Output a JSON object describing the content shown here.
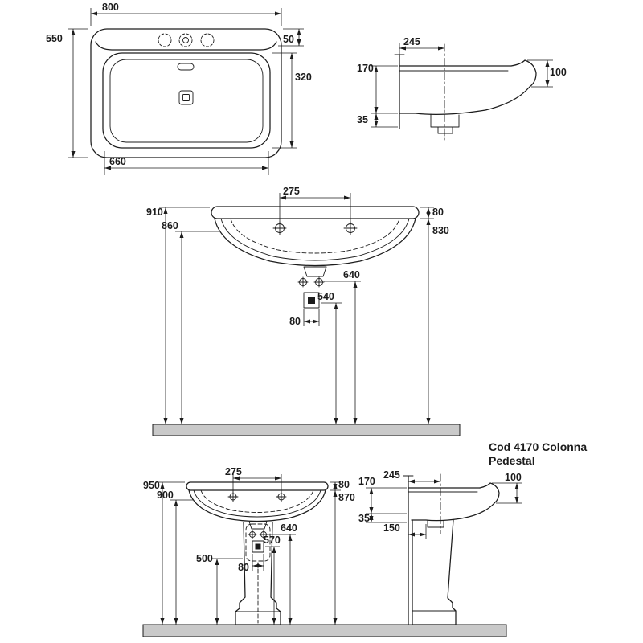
{
  "title": {
    "line1": "Cod 4170 Colonna",
    "line2": "Pedestal"
  },
  "plan_view": {
    "overall_width": "800",
    "overall_depth": "550",
    "tap_deck": "50",
    "basin_depth": "320",
    "basin_width": "660"
  },
  "side_view": {
    "wall_to_outlet": "245",
    "front_apron": "170",
    "wall_lip": "35",
    "front_edge": "100"
  },
  "front_view": {
    "hole_centres": "275",
    "rim_height": "910",
    "front_edge_height": "860",
    "rim_thickness": "80",
    "underside_height": "830",
    "outlet_height": "640",
    "trap_height": "540",
    "trap_width": "80"
  },
  "pedestal_front_view": {
    "hole_centres": "275",
    "rim_height": "950",
    "front_edge_height": "900",
    "rim_thickness": "80",
    "underside_height": "870",
    "outlet_height": "640",
    "trap_height": "570",
    "pedestal_top_height": "500",
    "trap_width": "80"
  },
  "pedestal_side_view": {
    "wall_to_outlet": "245",
    "front_apron": "170",
    "wall_lip": "35",
    "front_edge": "100",
    "base_depth": "150"
  }
}
